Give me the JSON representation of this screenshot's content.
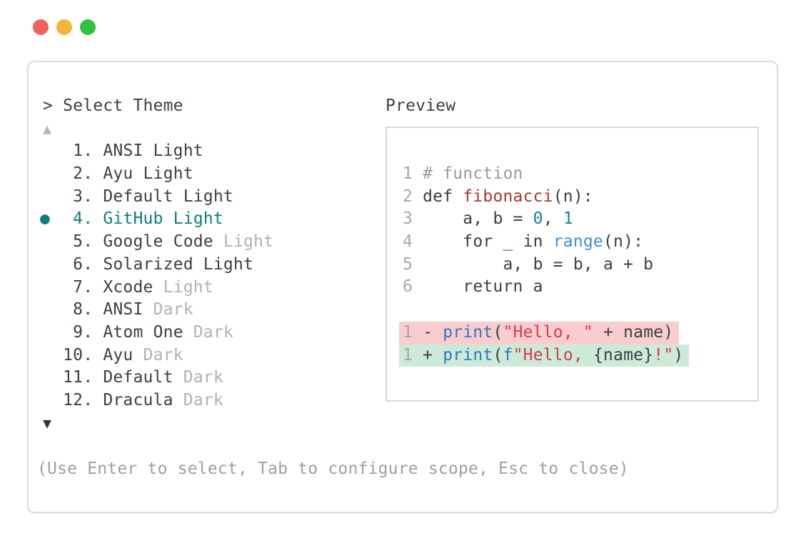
{
  "window": {
    "traffic_lights": [
      {
        "name": "close-button",
        "color": "#f2625c"
      },
      {
        "name": "minimize-button",
        "color": "#f5b43a"
      },
      {
        "name": "zoom-button",
        "color": "#2fc240"
      }
    ]
  },
  "theme_picker": {
    "prompt": "> Select Theme",
    "scroll_up_indicator": "▲",
    "scroll_down_indicator": "▼",
    "selected_marker": "●",
    "items": [
      {
        "number": "1",
        "label": "ANSI Light",
        "muted_suffix": "",
        "selected": false
      },
      {
        "number": "2",
        "label": "Ayu Light",
        "muted_suffix": "",
        "selected": false
      },
      {
        "number": "3",
        "label": "Default Light",
        "muted_suffix": "",
        "selected": false
      },
      {
        "number": "4",
        "label": "GitHub Light",
        "muted_suffix": "",
        "selected": true
      },
      {
        "number": "5",
        "label": "Google Code",
        "muted_suffix": "Light",
        "selected": false
      },
      {
        "number": "6",
        "label": "Solarized Light",
        "muted_suffix": "",
        "selected": false
      },
      {
        "number": "7",
        "label": "Xcode",
        "muted_suffix": "Light",
        "selected": false
      },
      {
        "number": "8",
        "label": "ANSI",
        "muted_suffix": "Dark",
        "selected": false
      },
      {
        "number": "9",
        "label": "Atom One",
        "muted_suffix": "Dark",
        "selected": false
      },
      {
        "number": "10",
        "label": "Ayu",
        "muted_suffix": "Dark",
        "selected": false
      },
      {
        "number": "11",
        "label": "Default",
        "muted_suffix": "Dark",
        "selected": false
      },
      {
        "number": "12",
        "label": "Dracula",
        "muted_suffix": "Dark",
        "selected": false
      }
    ],
    "help_text": "(Use Enter to select, Tab to configure scope, Esc to close)"
  },
  "preview": {
    "label": "Preview",
    "code_lines": [
      {
        "ln": "1",
        "bg": null,
        "tokens": [
          {
            "t": "# function",
            "c": "comment"
          }
        ]
      },
      {
        "ln": "2",
        "bg": null,
        "tokens": [
          {
            "t": "def ",
            "c": "text"
          },
          {
            "t": "fibonacci",
            "c": "func"
          },
          {
            "t": "(n):",
            "c": "text"
          }
        ]
      },
      {
        "ln": "3",
        "bg": null,
        "tokens": [
          {
            "t": "    a, b = ",
            "c": "text"
          },
          {
            "t": "0",
            "c": "number"
          },
          {
            "t": ", ",
            "c": "text"
          },
          {
            "t": "1",
            "c": "number"
          }
        ]
      },
      {
        "ln": "4",
        "bg": null,
        "tokens": [
          {
            "t": "    for _ in ",
            "c": "text"
          },
          {
            "t": "range",
            "c": "range"
          },
          {
            "t": "(n):",
            "c": "text"
          }
        ]
      },
      {
        "ln": "5",
        "bg": null,
        "tokens": [
          {
            "t": "        a, b = b, a + b",
            "c": "text"
          }
        ]
      },
      {
        "ln": "6",
        "bg": null,
        "tokens": [
          {
            "t": "    return a",
            "c": "text"
          }
        ]
      },
      {
        "ln": "",
        "bg": null,
        "tokens": []
      },
      {
        "ln": "1",
        "bg": "removed",
        "tokens": [
          {
            "t": "- ",
            "c": "text"
          },
          {
            "t": "print",
            "c": "print"
          },
          {
            "t": "(",
            "c": "text"
          },
          {
            "t": "\"Hello, \"",
            "c": "string"
          },
          {
            "t": " + name)",
            "c": "text"
          }
        ]
      },
      {
        "ln": "1",
        "bg": "added",
        "tokens": [
          {
            "t": "+ ",
            "c": "text"
          },
          {
            "t": "print",
            "c": "print"
          },
          {
            "t": "(",
            "c": "text"
          },
          {
            "t": "f",
            "c": "print"
          },
          {
            "t": "\"Hello, ",
            "c": "string"
          },
          {
            "t": "{name}",
            "c": "text"
          },
          {
            "t": "!\"",
            "c": "string"
          },
          {
            "t": ")",
            "c": "text"
          }
        ]
      }
    ]
  },
  "colors": {
    "text_dark": "#3a4047",
    "muted_gray": "#b1b1b1",
    "help_gray": "#9f9f9f",
    "accent_teal": "#117d7a",
    "comment_gray_green": "#989e8f",
    "function_red": "#a23b32",
    "number_teal": "#13838a",
    "builtin_blue": "#2a79c7",
    "range_blue": "#4090d2",
    "string_crimson": "#d63a52",
    "removed_bg": "#f9cdcd",
    "added_bg": "#cde9d8",
    "border_gray": "#dcdcdc"
  }
}
